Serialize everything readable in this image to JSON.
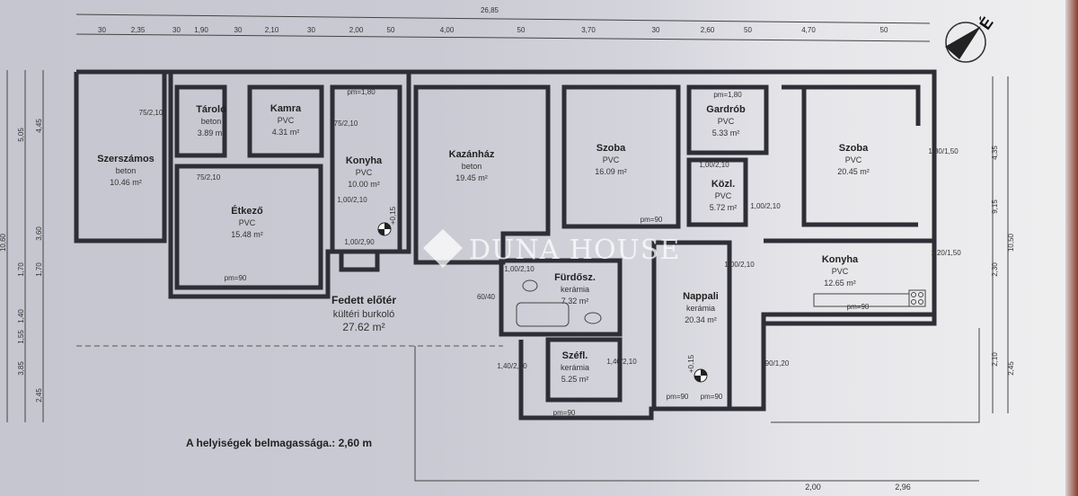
{
  "rooms": [
    {
      "name": "Szerszámos",
      "floor": "beton",
      "area": "10.46 m²"
    },
    {
      "name": "Tároló",
      "floor": "beton",
      "area": "3.89 m²"
    },
    {
      "name": "Kamra",
      "floor": "PVC",
      "area": "4.31 m²"
    },
    {
      "name": "Konyha",
      "floor": "PVC",
      "area": "10.00 m²"
    },
    {
      "name": "Étkező",
      "floor": "PVC",
      "area": "15.48 m²"
    },
    {
      "name": "Kazánház",
      "floor": "beton",
      "area": "19.45 m²"
    },
    {
      "name": "Szoba",
      "floor": "PVC",
      "area": "16.09 m²"
    },
    {
      "name": "Gardrób",
      "floor": "PVC",
      "area": "5.33 m²"
    },
    {
      "name": "Közl.",
      "floor": "PVC",
      "area": "5.72 m²"
    },
    {
      "name": "Szoba",
      "floor": "PVC",
      "area": "20.45 m²"
    },
    {
      "name": "Fürdősz.",
      "floor": "kerámia",
      "area": "7.32 m²"
    },
    {
      "name": "Nappali",
      "floor": "kerámia",
      "area": "20.34 m²"
    },
    {
      "name": "Konyha",
      "floor": "PVC",
      "area": "12.65 m²"
    },
    {
      "name": "Széfl.",
      "floor": "kerámia",
      "area": "5.25 m²"
    },
    {
      "name": "Fedett előtér",
      "floor": "kültéri burkoló",
      "area": "27.62 m²"
    }
  ],
  "ceiling_note": "A helyiségek belmagassága.: 2,60 m",
  "watermark": "DUNA HOUSE",
  "dims_top_total": "26,85",
  "dims_top": [
    "30",
    "2,35",
    "30",
    "1,90",
    "30",
    "2,10",
    "30",
    "2,00",
    "50",
    "4,00",
    "50",
    "3,70",
    "30",
    "2,60",
    "50",
    "4,70",
    "50"
  ],
  "dims_left": [
    "10,60",
    "5,05",
    "4,45",
    "3,60",
    "1,70",
    "1,70",
    "1,40",
    "3,85",
    "2,45",
    "1,55"
  ],
  "dims_right": [
    "10,50",
    "9,15",
    "4,35",
    "2,30",
    "2,10",
    "2,45"
  ],
  "dims_bottom": [
    "2,00",
    "2,96"
  ],
  "openings": [
    "75/2,10",
    "75/2,10",
    "75/2,10",
    "1,00/2,10",
    "1,00/2,10",
    "1,00/2,90",
    "pm=1,80",
    "pm=1,80",
    "pm=90",
    "pm=90",
    "pm=90",
    "pm=90",
    "pm=90",
    "pm=90",
    "1,00/2,10",
    "1,00/2,10",
    "1,00/2,10",
    "1,40/2,10",
    "1,40/2,10",
    "60/40",
    "1,80/1,50",
    "1,20/1,50",
    "90/1,20"
  ],
  "level_mark": "+0,15",
  "compass_label": "É"
}
